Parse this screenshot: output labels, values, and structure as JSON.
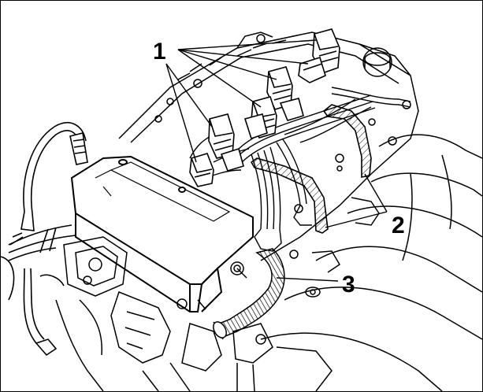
{
  "callouts": {
    "coil_connectors": "1",
    "harness_brackets": "2",
    "protective_sleeve": "3"
  },
  "colors": {
    "line": "#000000",
    "paper": "#ffffff"
  }
}
